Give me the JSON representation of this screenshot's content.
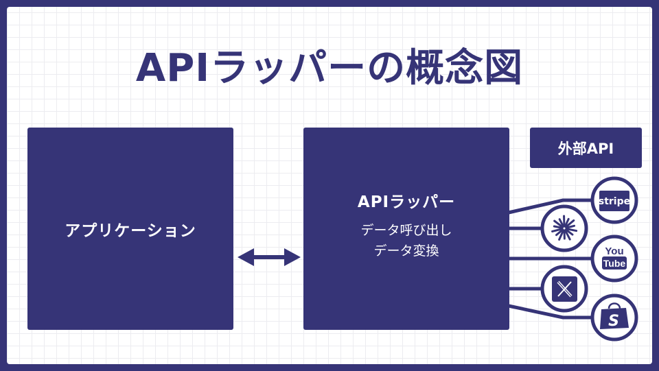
{
  "title": "APIラッパーの概念図",
  "colors": {
    "primary": "#363477",
    "background": "#ffffff",
    "grid": "#ececf0"
  },
  "application_box": {
    "label": "アプリケーション"
  },
  "wrapper_box": {
    "label": "APIラッパー",
    "functions": [
      "データ呼び出し",
      "データ変換"
    ]
  },
  "connector": {
    "icon": "double-arrow-icon"
  },
  "external_api": {
    "label": "外部API",
    "services": [
      {
        "name": "Stripe",
        "icon": "stripe-icon",
        "text": "stripe"
      },
      {
        "name": "Starburst service",
        "icon": "starburst-icon"
      },
      {
        "name": "YouTube",
        "icon": "youtube-icon",
        "text_top": "You",
        "text_bottom": "Tube"
      },
      {
        "name": "X",
        "icon": "x-icon",
        "text": "𝕏"
      },
      {
        "name": "Shopify",
        "icon": "shopify-icon",
        "text": "S"
      }
    ]
  }
}
